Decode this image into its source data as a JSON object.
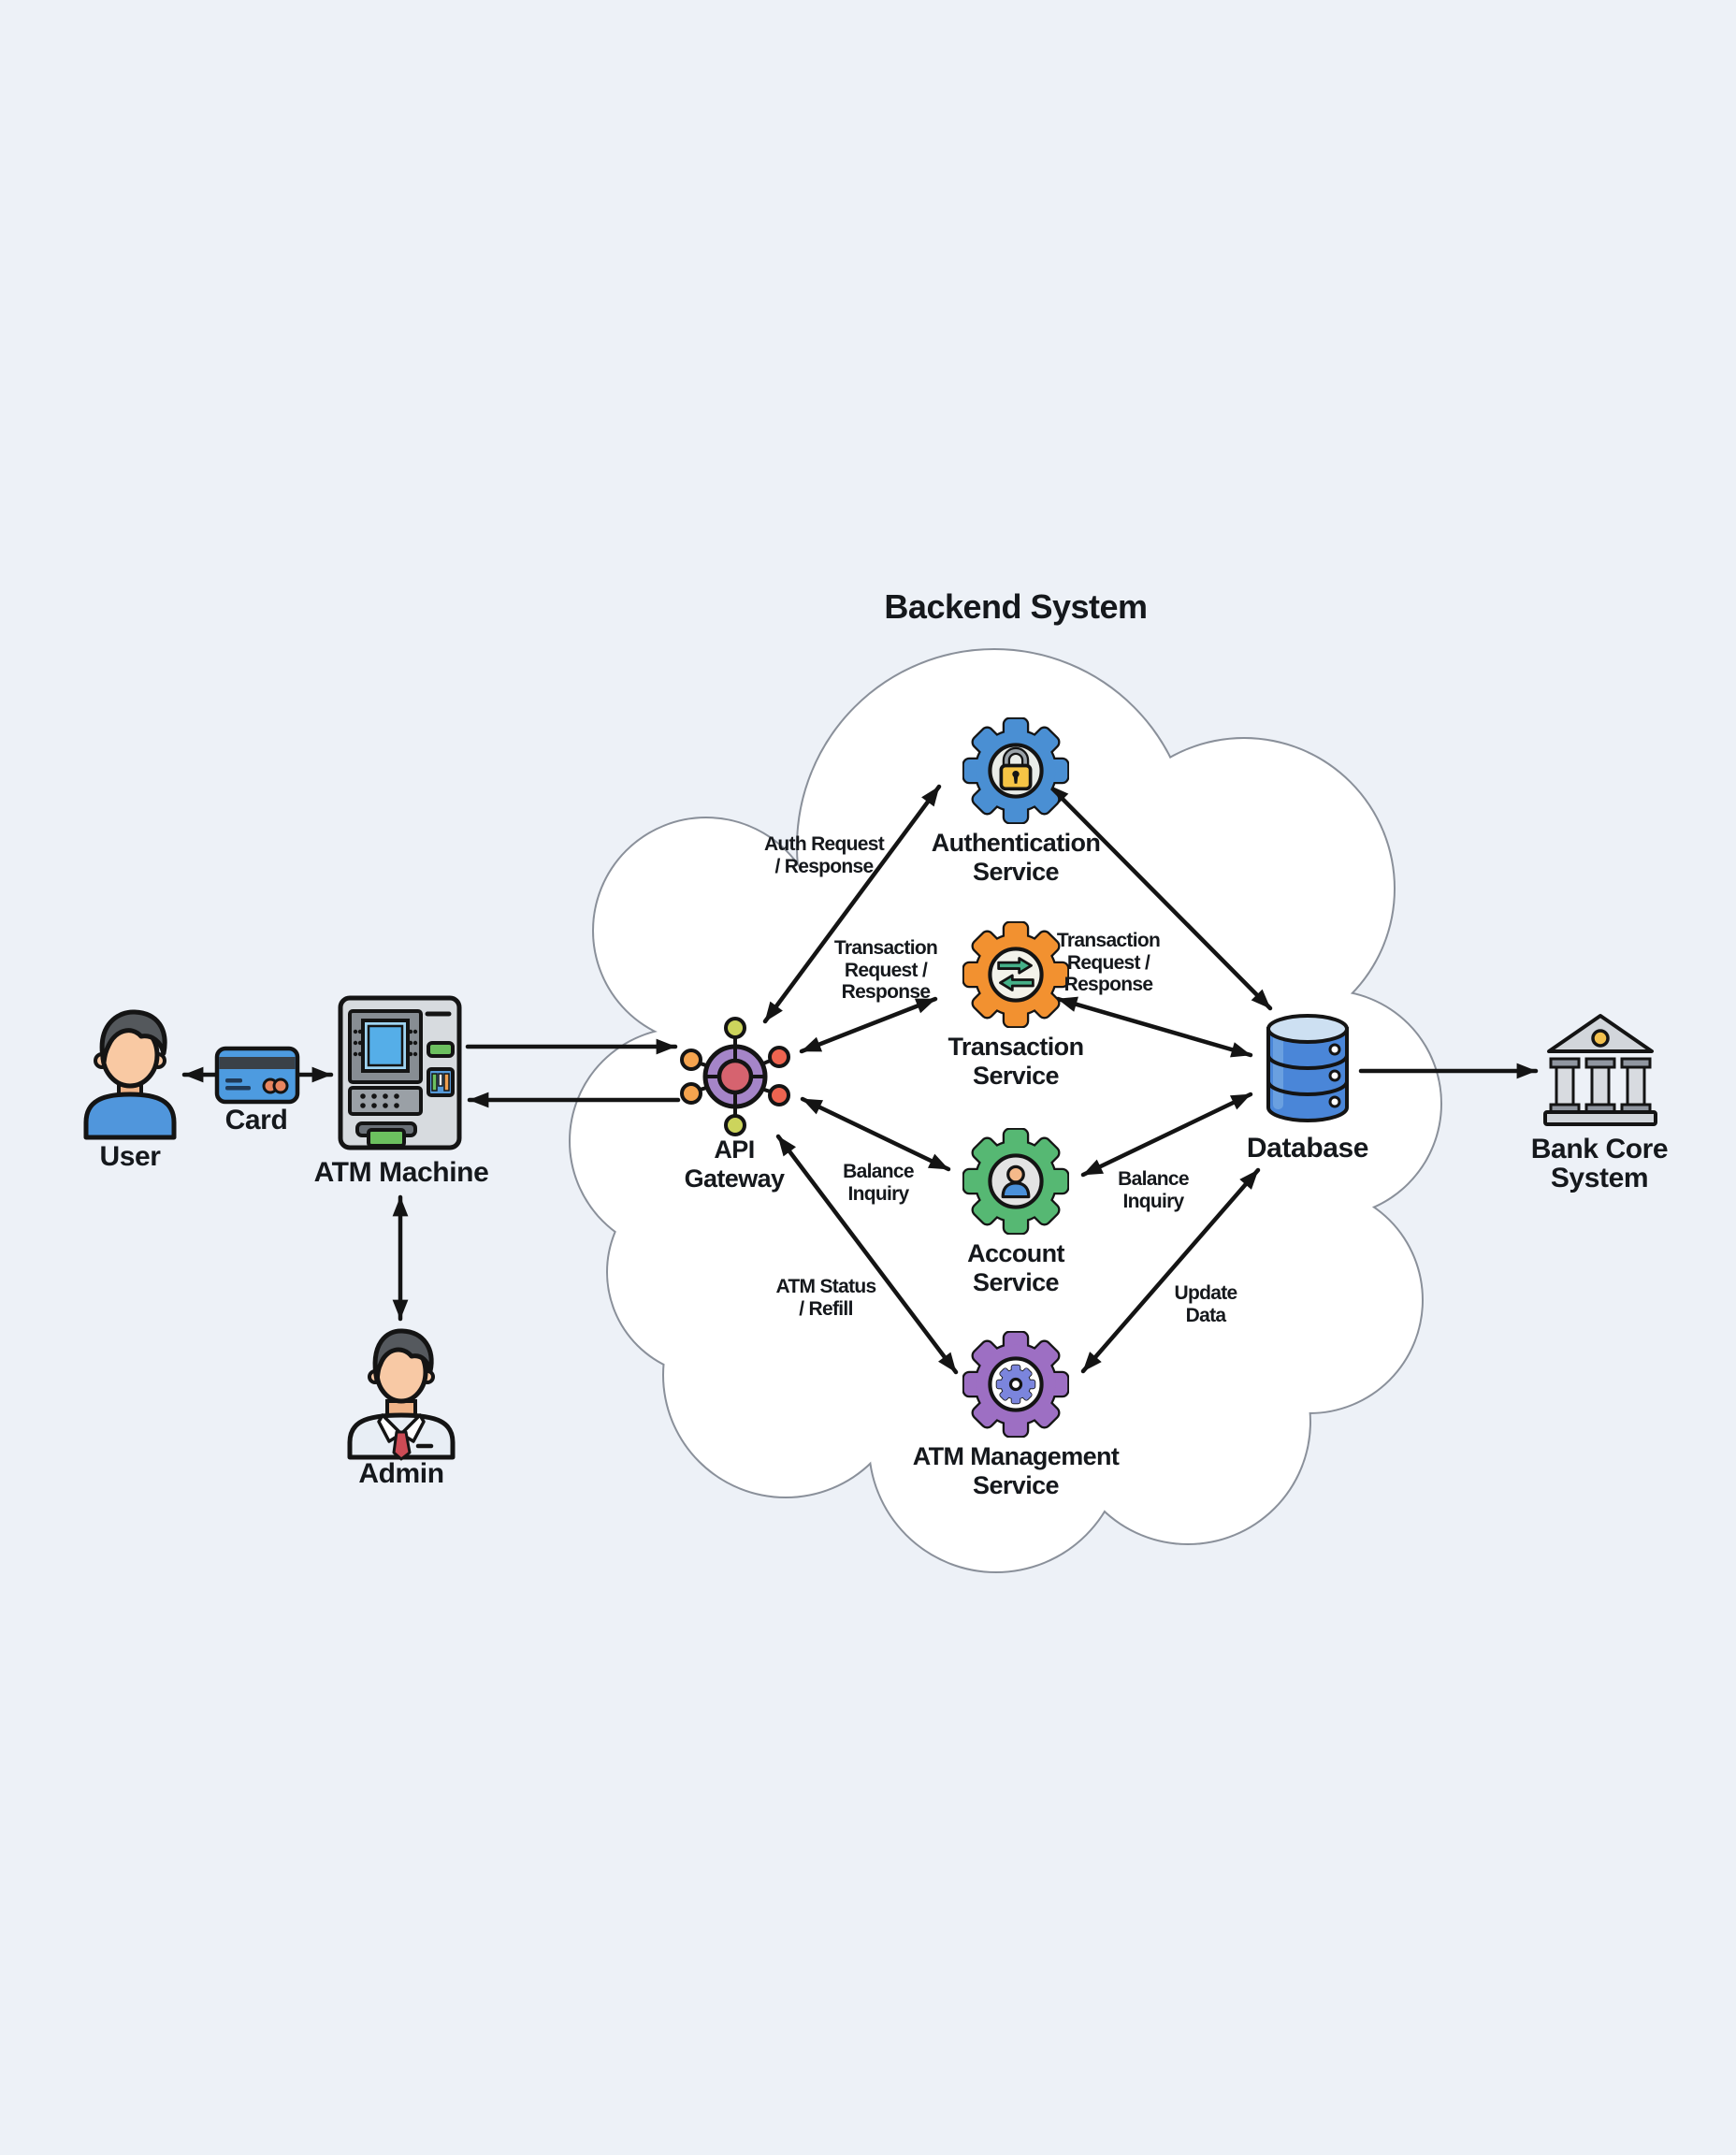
{
  "title": "Backend System",
  "nodes": {
    "user": {
      "label": "User",
      "icon": "user-icon"
    },
    "card": {
      "label": "Card",
      "icon": "credit-card-icon"
    },
    "atm_machine": {
      "label": "ATM Machine",
      "icon": "atm-machine-icon"
    },
    "admin": {
      "label": "Admin",
      "icon": "admin-person-icon"
    },
    "api_gateway": {
      "line1": "API",
      "line2": "Gateway",
      "icon": "api-gateway-hub-icon"
    },
    "authentication_service": {
      "line1": "Authentication",
      "line2": "Service",
      "icon": "gear-lock-icon"
    },
    "transaction_service": {
      "line1": "Transaction",
      "line2": "Service",
      "icon": "gear-transfer-arrows-icon"
    },
    "account_service": {
      "line1": "Account",
      "line2": "Service",
      "icon": "gear-person-icon"
    },
    "atm_management_service": {
      "line1": "ATM Management",
      "line2": "Service",
      "icon": "gear-inner-gear-icon"
    },
    "database": {
      "label": "Database",
      "icon": "database-cylinder-icon"
    },
    "bank_core_system": {
      "line1": "Bank Core",
      "line2": "System",
      "icon": "bank-building-icon"
    }
  },
  "edge_labels": {
    "auth": {
      "line1": "Auth Request",
      "line2": "/ Response"
    },
    "transaction_left": {
      "line1": "Transaction",
      "line2": "Request /",
      "line3": "Response"
    },
    "transaction_right": {
      "line1": "Transaction",
      "line2": "Request /",
      "line3": "Response"
    },
    "balance_left": {
      "line1": "Balance",
      "line2": "Inquiry"
    },
    "balance_right": {
      "line1": "Balance",
      "line2": "Inquiry"
    },
    "atm_status": {
      "line1": "ATM Status",
      "line2": "/ Refill"
    },
    "update_data": {
      "line1": "Update",
      "line2": "Data"
    }
  },
  "colors": {
    "background": "#edf1f7",
    "cloud_fill": "#ffffff",
    "cloud_stroke": "#8a909a",
    "arrow": "#141414",
    "auth_gear": "#4a8fd3",
    "transaction_gear": "#f29130",
    "account_gear": "#56b873",
    "atm_management_gear": "#9d6fc3",
    "mini_gear": "#7b85dd",
    "gateway_ring": "#a585c8",
    "gateway_center": "#d6636f",
    "satellite_yellow": "#ccd45c",
    "satellite_orange": "#f5a44f",
    "satellite_red": "#ee6450",
    "database_blue": "#4a86d8",
    "card_blue": "#4d9be0",
    "user_shirt": "#5096dc",
    "admin_tie": "#cc4b55",
    "bank_gray": "#d2d6db",
    "lock_yellow": "#f6c445",
    "screen_blue": "#55aee8",
    "money_green": "#6cc05f"
  }
}
